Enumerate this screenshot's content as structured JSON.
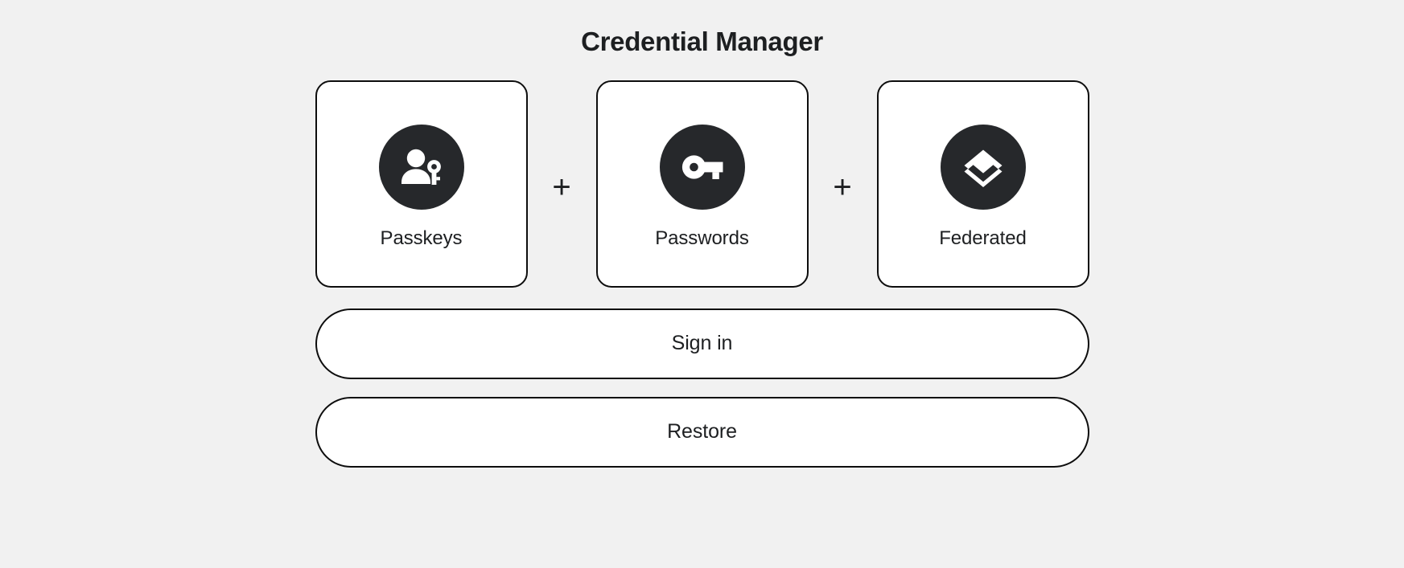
{
  "page": {
    "title": "Credential Manager",
    "background_color": "#f1f1f1",
    "text_color": "#1d1f21",
    "icon_badge_color": "#26282b",
    "border_color": "#0d0d0d"
  },
  "separators": {
    "plus": "+"
  },
  "cards": [
    {
      "label": "Passkeys",
      "icon": "person-key-icon"
    },
    {
      "label": "Passwords",
      "icon": "key-icon"
    },
    {
      "label": "Federated",
      "icon": "layers-icon"
    }
  ],
  "buttons": [
    {
      "label": "Sign in",
      "name": "sign-in-button"
    },
    {
      "label": "Restore",
      "name": "restore-button"
    }
  ]
}
